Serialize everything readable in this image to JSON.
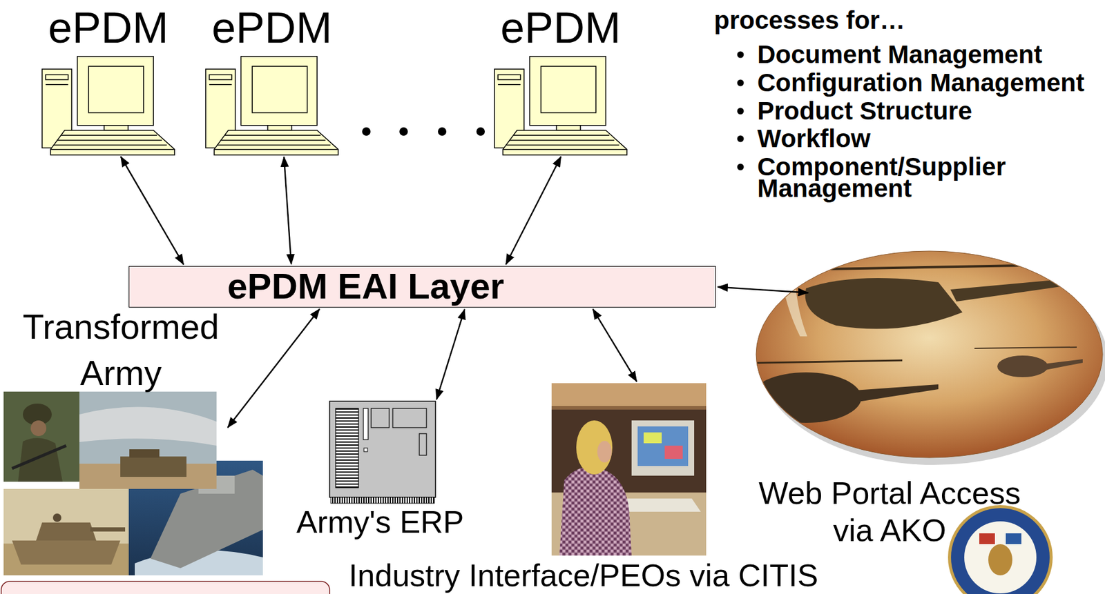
{
  "diagram": {
    "nodes": [
      {
        "text": [
          "ePDM"
        ]
      },
      {
        "text": [
          "ePDM"
        ]
      },
      {
        "text": [
          "ePDM"
        ]
      },
      {
        "text": [
          "ePDM EAI Layer"
        ]
      },
      {
        "text": [
          "Transformed Army"
        ]
      },
      {
        "text": [
          "Army's ERP"
        ]
      },
      {
        "text": [
          "Industry Interface/PEOs via CITIS"
        ]
      },
      {
        "text": [
          "Web Portal Access via AKO"
        ]
      }
    ],
    "edges": [
      {
        "from": 0,
        "to": 3,
        "arrow": "both"
      },
      {
        "from": 1,
        "to": 3,
        "arrow": "both"
      },
      {
        "from": 2,
        "to": 3,
        "arrow": "both"
      },
      {
        "from": 3,
        "to": 4,
        "arrow": "both"
      },
      {
        "from": 3,
        "to": 5,
        "arrow": "both"
      },
      {
        "from": 3,
        "to": 6,
        "arrow": "both"
      },
      {
        "from": 3,
        "to": 7,
        "arrow": "both"
      }
    ],
    "labels": [
      "processes for…",
      "Document Management",
      "Configuration Management",
      "Product Structure",
      "Workflow",
      "Component/Supplier Management"
    ]
  }
}
